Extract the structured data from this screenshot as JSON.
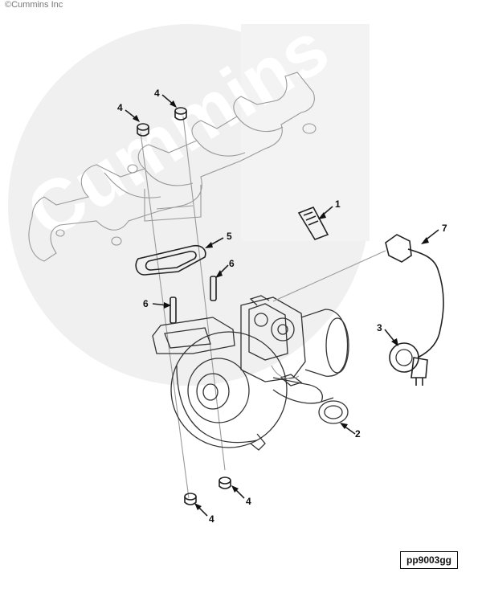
{
  "copyright": "©Cummins Inc",
  "watermark": "Cummins",
  "part_id": "pp9003gg",
  "callouts": [
    {
      "id": "c1",
      "label": "1"
    },
    {
      "id": "c2",
      "label": "2"
    },
    {
      "id": "c3",
      "label": "3"
    },
    {
      "id": "c4a",
      "label": "4"
    },
    {
      "id": "c4b",
      "label": "4"
    },
    {
      "id": "c4c",
      "label": "4"
    },
    {
      "id": "c4d",
      "label": "4"
    },
    {
      "id": "c5",
      "label": "5"
    },
    {
      "id": "c6a",
      "label": "6"
    },
    {
      "id": "c6b",
      "label": "6"
    },
    {
      "id": "c7",
      "label": "7"
    }
  ],
  "colors": {
    "line": "#333333",
    "watermark": "#f0f0f0",
    "ghost": "#9a9a9a"
  }
}
